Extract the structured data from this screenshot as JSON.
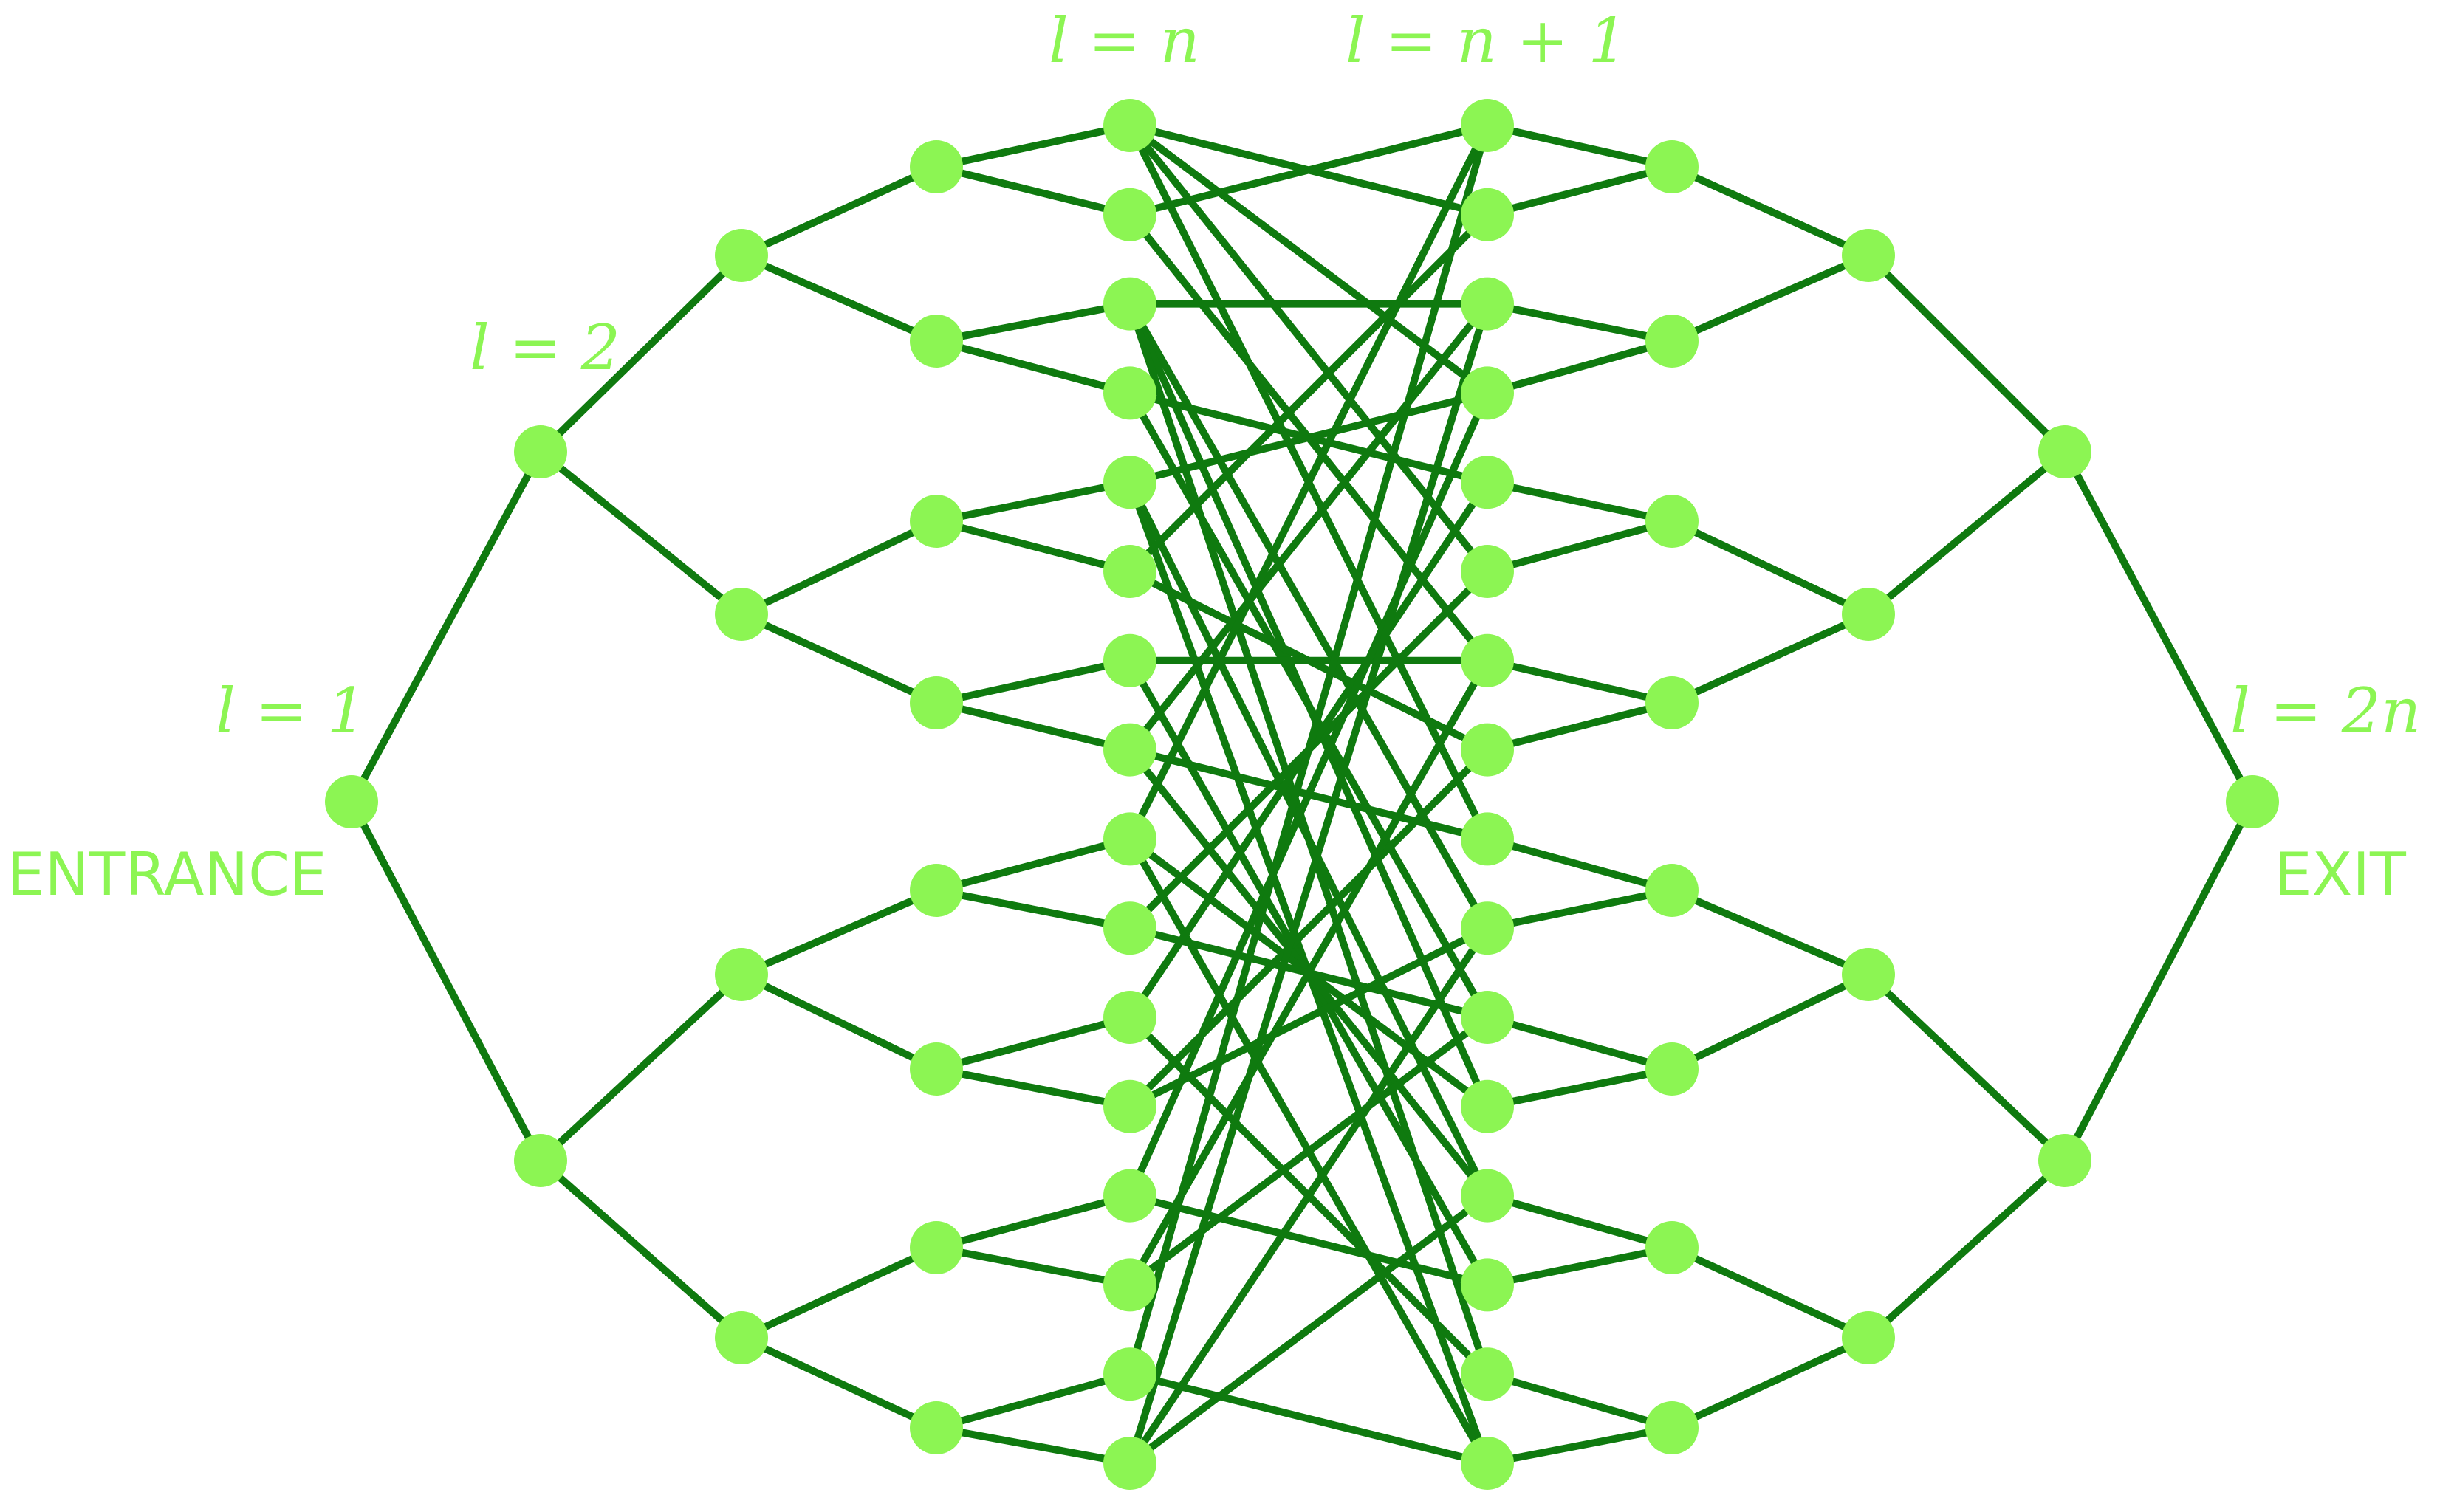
{
  "diagram": {
    "labels": {
      "entrance": "ENTRANCE",
      "exit": "EXIT",
      "level_1": "l = 1",
      "level_2": "l = 2",
      "level_n": "l = n",
      "level_n_plus_1": "l = n + 1",
      "level_2n": "l = 2n"
    },
    "colors": {
      "node": "#8cf553",
      "edge": "#0f7a0f",
      "label": "#8cf553"
    },
    "structure": {
      "left_tree_levels": [
        1,
        2,
        4,
        8,
        16
      ],
      "right_tree_levels": [
        16,
        8,
        4,
        2,
        1
      ],
      "middle_random_matching": [
        [
          0,
          1
        ],
        [
          0,
          3
        ],
        [
          0,
          5
        ],
        [
          0,
          8
        ],
        [
          1,
          0
        ],
        [
          1,
          6
        ],
        [
          2,
          2
        ],
        [
          2,
          9
        ],
        [
          2,
          11
        ],
        [
          2,
          14
        ],
        [
          3,
          4
        ],
        [
          3,
          10
        ],
        [
          4,
          3
        ],
        [
          4,
          12
        ],
        [
          4,
          15
        ],
        [
          5,
          1
        ],
        [
          5,
          7
        ],
        [
          6,
          6
        ],
        [
          6,
          13
        ],
        [
          7,
          2
        ],
        [
          7,
          8
        ],
        [
          7,
          12
        ],
        [
          8,
          0
        ],
        [
          8,
          11
        ],
        [
          8,
          15
        ],
        [
          9,
          5
        ],
        [
          9,
          10
        ],
        [
          10,
          4
        ],
        [
          10,
          14
        ],
        [
          11,
          7
        ],
        [
          11,
          9
        ],
        [
          12,
          3
        ],
        [
          12,
          13
        ],
        [
          13,
          6
        ],
        [
          13,
          10
        ],
        [
          14,
          0
        ],
        [
          14,
          15
        ],
        [
          15,
          2
        ],
        [
          15,
          9
        ],
        [
          15,
          12
        ]
      ]
    }
  }
}
